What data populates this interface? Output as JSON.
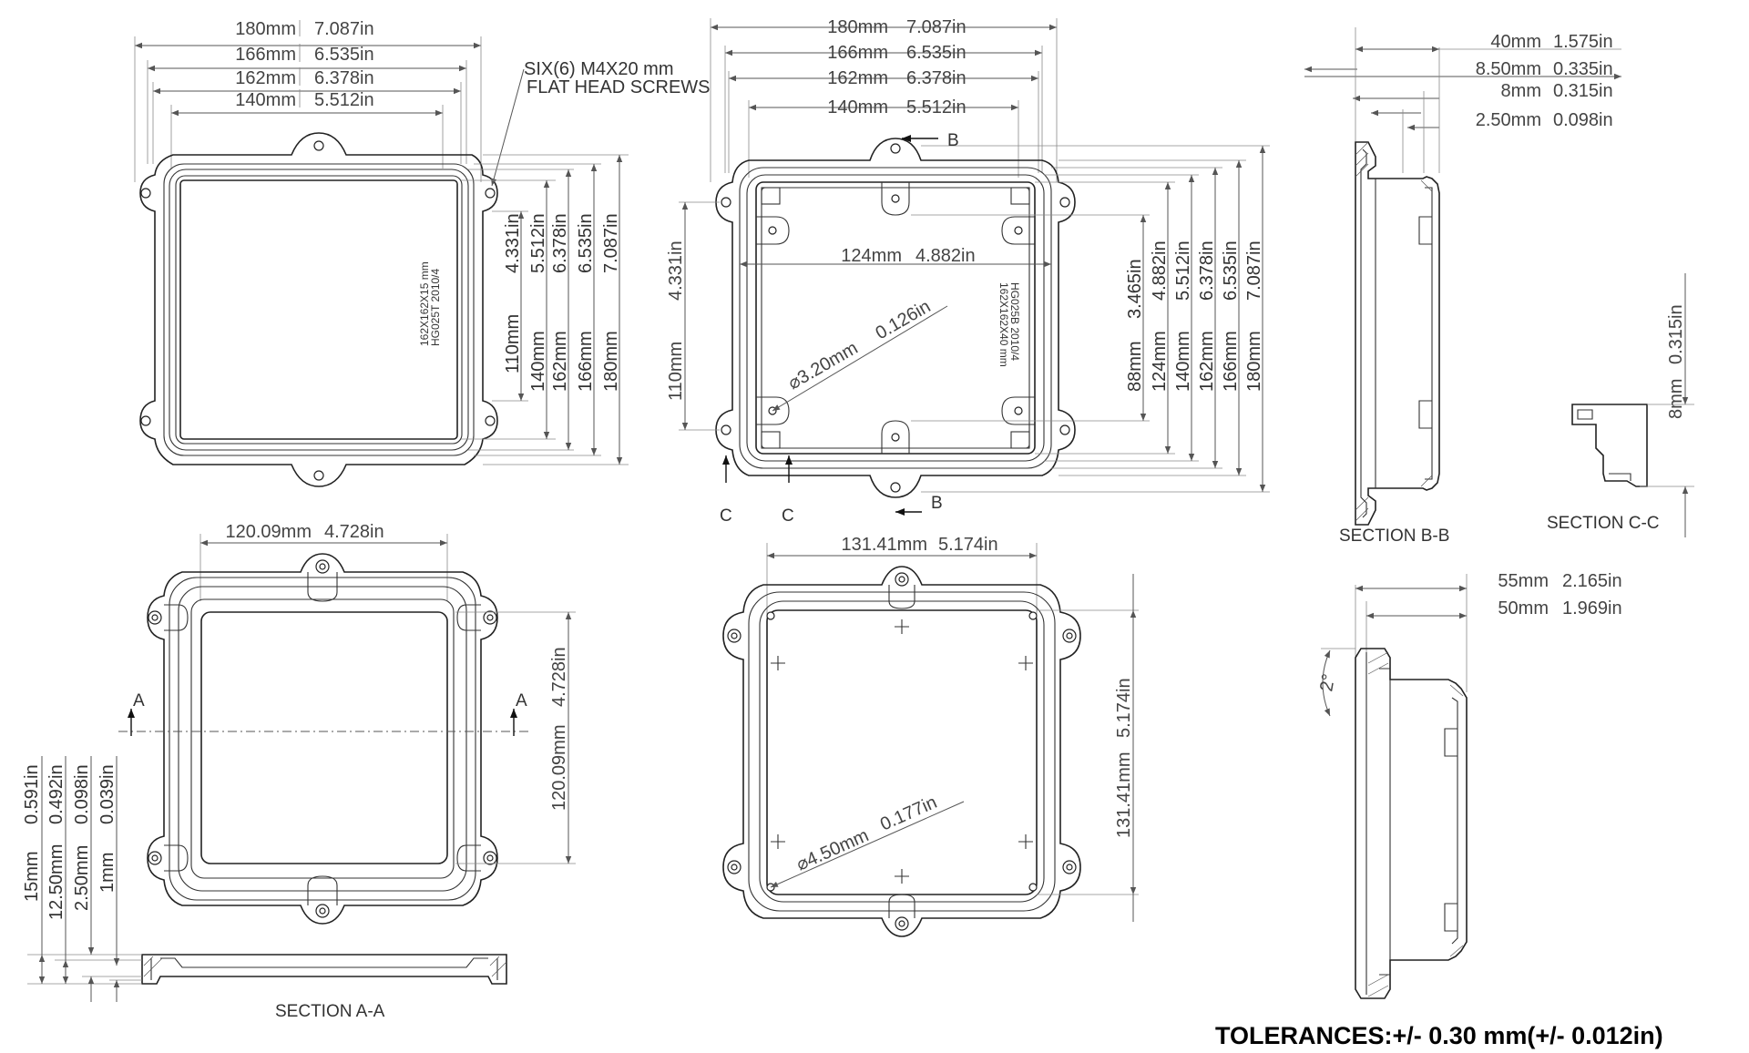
{
  "views": {
    "lid_top": {
      "dims_h": [
        "180mm",
        "7.087in",
        "166mm",
        "6.535in",
        "162mm",
        "6.378in",
        "140mm",
        "5.512in"
      ],
      "dims_v": [
        "110mm",
        "4.331in",
        "140mm",
        "5.512in",
        "162mm",
        "6.378in",
        "166mm",
        "6.535in",
        "180mm",
        "7.087in"
      ],
      "screw_note": [
        "SIX(6) M4X20 mm",
        "FLAT HEAD SCREWS"
      ],
      "part_label": [
        "HG025T  2010/4",
        "162X162X15 mm"
      ]
    },
    "base_top": {
      "dims_h": [
        "180mm",
        "7.087in",
        "166mm",
        "6.535in",
        "162mm",
        "6.378in",
        "140mm",
        "5.512in"
      ],
      "inner_dim": [
        "124mm",
        "4.882in"
      ],
      "hole_dim": [
        "3.20mm",
        "0.126in"
      ],
      "dims_v_left": [
        "110mm",
        "4.331in"
      ],
      "dims_v": [
        "88mm",
        "3.465in",
        "124mm",
        "4.882in",
        "140mm",
        "5.512in",
        "162mm",
        "6.378in",
        "166mm",
        "6.535in",
        "180mm",
        "7.087in"
      ],
      "part_label": [
        "HG025B  2010/4",
        "162X162X40 mm"
      ],
      "cut_b": "B",
      "cut_c": "C"
    },
    "section_bb": {
      "dims": [
        "40mm",
        "1.575in",
        "8.50mm",
        "0.335in",
        "8mm",
        "0.315in",
        "2.50mm",
        "0.098in"
      ],
      "label": "SECTION B-B"
    },
    "section_cc": {
      "dims": [
        "8mm",
        "0.315in"
      ],
      "label": "SECTION C-C"
    },
    "lid_bottom": {
      "dims_h": [
        "120.09mm",
        "4.728in"
      ],
      "dims_v": [
        "120.09mm",
        "4.728in"
      ],
      "cut_a": "A"
    },
    "section_aa": {
      "dims": [
        "15mm",
        "0.591in",
        "12.50mm",
        "0.492in",
        "2.50mm",
        "0.098in",
        "1mm",
        "0.039in"
      ],
      "label": "SECTION A-A"
    },
    "base_bottom": {
      "dims_h": [
        "131.41mm",
        "5.174in"
      ],
      "dims_v": [
        "131.41mm",
        "5.174in"
      ],
      "hole_dim": [
        "4.50mm",
        "0.177in"
      ]
    },
    "base_side": {
      "dims": [
        "55mm",
        "2.165in",
        "50mm",
        "1.969in"
      ],
      "angle": "2°"
    }
  },
  "tolerances": "TOLERANCES:+/- 0.30 mm(+/- 0.012in)"
}
